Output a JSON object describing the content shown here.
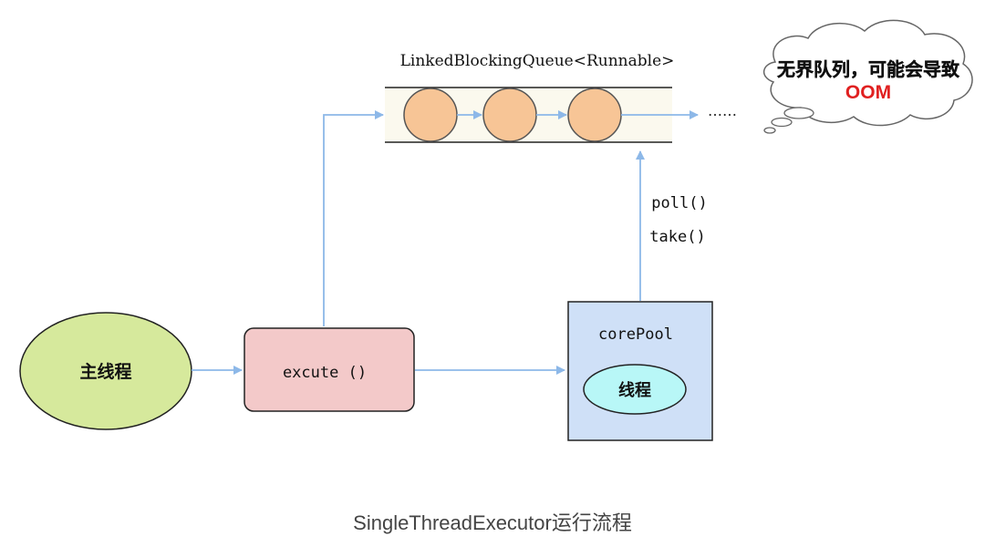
{
  "queue": {
    "title": "LinkedBlockingQueue<Runnable>",
    "ellipsis": "……"
  },
  "cloud": {
    "line1": "无界队列，可能会导致",
    "line2": "OOM"
  },
  "labels": {
    "poll": "poll()",
    "take": "take()"
  },
  "nodes": {
    "main_thread": "主线程",
    "execute": "excute ()",
    "core_pool": "corePool",
    "worker_thread": "线程"
  },
  "caption": "SingleThreadExecutor运行流程",
  "colors": {
    "arrow": "#8db8e8",
    "task_circle": "#f7c596",
    "queue_band": "#fbf9ee",
    "main_thread_fill": "#d6e99c",
    "execute_fill": "#f3c9c9",
    "core_pool_fill": "#cfe0f7",
    "worker_thread_fill": "#b8f7f7",
    "oom_text": "#e02020"
  }
}
